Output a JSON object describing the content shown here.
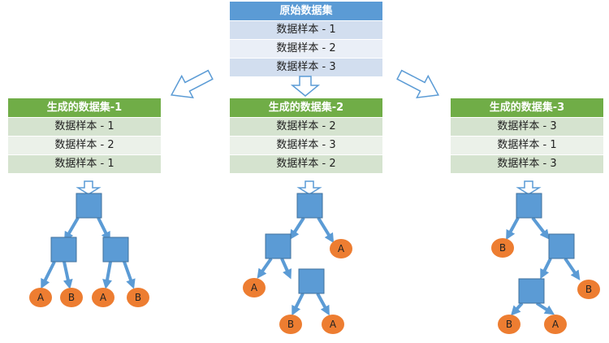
{
  "original": {
    "title": "原始数据集",
    "rows": [
      "数据样本 - 1",
      "数据样本 - 2",
      "数据样本 - 3"
    ]
  },
  "generated": [
    {
      "title": "生成的数据集-1",
      "rows": [
        "数据样本 - 1",
        "数据样本 - 2",
        "数据样本 - 1"
      ]
    },
    {
      "title": "生成的数据集-2",
      "rows": [
        "数据样本 - 2",
        "数据样本 - 3",
        "数据样本 - 2"
      ]
    },
    {
      "title": "生成的数据集-3",
      "rows": [
        "数据样本 - 3",
        "数据样本 - 1",
        "数据样本 - 3"
      ]
    }
  ],
  "trees": [
    {
      "leaves": [
        "A",
        "B",
        "A",
        "B"
      ]
    },
    {
      "leaves": [
        "A",
        "A",
        "B",
        "A"
      ]
    },
    {
      "leaves": [
        "B",
        "B",
        "B",
        "A"
      ]
    }
  ],
  "colors": {
    "header_blue": "#5b9bd5",
    "header_green": "#70ad47",
    "node_blue": "#5b9bd5",
    "leaf_orange": "#ed7d31",
    "arrow_outline": "#5b9bd5"
  }
}
